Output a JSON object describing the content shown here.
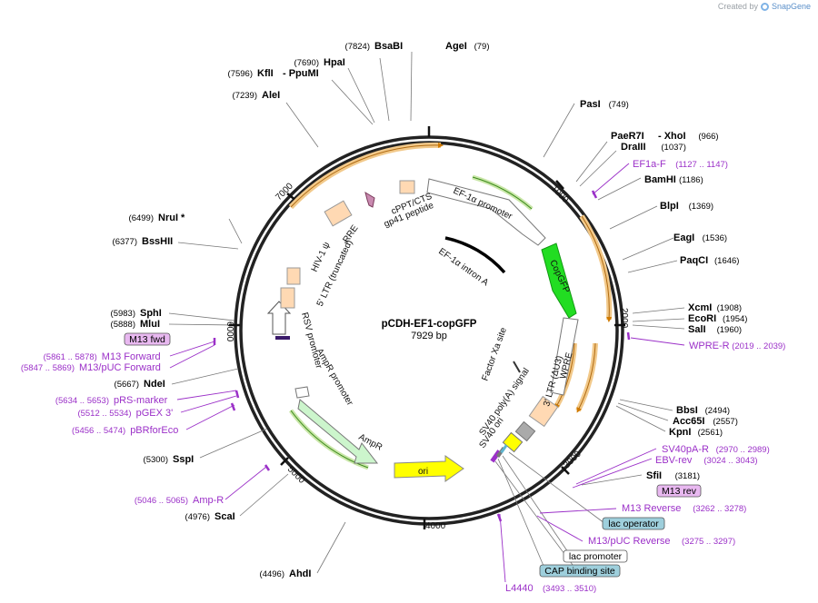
{
  "credit": {
    "created_by": "Created by",
    "app": "SnapGene"
  },
  "plasmid": {
    "name": "pCDH-EF1-copGFP",
    "length": "7929 bp"
  },
  "ticks": [
    "1000",
    "2000",
    "3000",
    "4000",
    "5000",
    "6000",
    "7000"
  ],
  "enzymes": [
    {
      "id": "bsabi",
      "name": "BsaBI",
      "pos": "(7824)"
    },
    {
      "id": "agei",
      "name": "AgeI",
      "pos": "(79)"
    },
    {
      "id": "hpai",
      "name": "HpaI",
      "pos": "(7690)"
    },
    {
      "id": "kfli",
      "name": "KflI",
      "pos": "(7596)"
    },
    {
      "id": "ppumi",
      "name": "- PpuMI",
      "pos": ""
    },
    {
      "id": "alei",
      "name": "AleI",
      "pos": "(7239)"
    },
    {
      "id": "pasi",
      "name": "PasI",
      "pos": "(749)"
    },
    {
      "id": "paer7i",
      "name": "PaeR7I",
      "pos": ""
    },
    {
      "id": "xhoi",
      "name": "- XhoI",
      "pos": "(966)"
    },
    {
      "id": "draiii",
      "name": "DraIII",
      "pos": "(1037)"
    },
    {
      "id": "bamhi",
      "name": "BamHI",
      "pos": "(1186)"
    },
    {
      "id": "blpi",
      "name": "BlpI",
      "pos": "(1369)"
    },
    {
      "id": "eagi",
      "name": "EagI",
      "pos": "(1536)"
    },
    {
      "id": "paqci",
      "name": "PaqCI",
      "pos": "(1646)"
    },
    {
      "id": "xcmi",
      "name": "XcmI",
      "pos": "(1908)"
    },
    {
      "id": "ecori",
      "name": "EcoRI",
      "pos": "(1954)"
    },
    {
      "id": "sali",
      "name": "SalI",
      "pos": "(1960)"
    },
    {
      "id": "bbsi",
      "name": "BbsI",
      "pos": "(2494)"
    },
    {
      "id": "acc65i",
      "name": "Acc65I",
      "pos": "(2557)"
    },
    {
      "id": "kpni",
      "name": "KpnI",
      "pos": "(2561)"
    },
    {
      "id": "sfii",
      "name": "SfiI",
      "pos": "(3181)"
    },
    {
      "id": "nrui",
      "name": "NruI *",
      "pos": "(6499)"
    },
    {
      "id": "bsshii",
      "name": "BssHII",
      "pos": "(6377)"
    },
    {
      "id": "sphi",
      "name": "SphI",
      "pos": "(5983)"
    },
    {
      "id": "mlui",
      "name": "MluI",
      "pos": "(5888)"
    },
    {
      "id": "ndei",
      "name": "NdeI",
      "pos": "(5667)"
    },
    {
      "id": "sspi",
      "name": "SspI",
      "pos": "(5300)"
    },
    {
      "id": "scai",
      "name": "ScaI",
      "pos": "(4976)"
    },
    {
      "id": "ahdi",
      "name": "AhdI",
      "pos": "(4496)"
    }
  ],
  "primers": [
    {
      "id": "ef1af",
      "name": "EF1a-F",
      "range": "(1127 .. 1147)"
    },
    {
      "id": "wprer",
      "name": "WPRE-R",
      "range": "(2019 .. 2039)"
    },
    {
      "id": "sv40par",
      "name": "SV40pA-R",
      "range": "(2970 .. 2989)"
    },
    {
      "id": "ebvrev",
      "name": "EBV-rev",
      "range": "(3024 .. 3043)"
    },
    {
      "id": "m13reverse",
      "name": "M13 Reverse",
      "range": "(3262 .. 3278)"
    },
    {
      "id": "m13pucreverse",
      "name": "M13/pUC Reverse",
      "range": "(3275 .. 3297)"
    },
    {
      "id": "l4440",
      "name": "L4440",
      "range": "(3493 .. 3510)"
    },
    {
      "id": "m13forward",
      "name": "M13 Forward",
      "range": "(5861 .. 5878)"
    },
    {
      "id": "m13pucforward",
      "name": "M13/pUC Forward",
      "range": "(5847 .. 5869)"
    },
    {
      "id": "prsmarker",
      "name": "pRS-marker",
      "range": "(5634 .. 5653)"
    },
    {
      "id": "pgex3",
      "name": "pGEX 3'",
      "range": "(5512 .. 5534)"
    },
    {
      "id": "pbrforeco",
      "name": "pBRforEco",
      "range": "(5456 .. 5474)"
    },
    {
      "id": "ampr",
      "name": "Amp-R",
      "range": "(5046 .. 5065)"
    }
  ],
  "boxed": [
    {
      "id": "m13fwd",
      "name": "M13 fwd",
      "color": "#e8b8f0"
    },
    {
      "id": "m13rev",
      "name": "M13 rev",
      "color": "#e8b8f0"
    },
    {
      "id": "lacoperator",
      "name": "lac operator",
      "color": "#9ecfdc"
    },
    {
      "id": "lacpromoter",
      "name": "lac promoter",
      "color": "#ffffff"
    },
    {
      "id": "capsite",
      "name": "CAP binding site",
      "color": "#9ecfdc"
    }
  ],
  "features": {
    "ef1a_promoter": "EF-1α promoter",
    "ef1a_intron": "EF-1α intron A",
    "copgfp": "CopGFP",
    "wpre": "WPRE",
    "ltr3": "3' LTR (ΔU3)",
    "factor_xa": "Factor Xa site",
    "sv40_polya": "SV40 poly(A) signal",
    "sv40_ori": "SV40 ori",
    "ampr": "AmpR",
    "ampr_promoter": "AmpR promoter",
    "ori": "ori",
    "rsv_promoter": "RSV promoter",
    "ltr5": "5' LTR (truncated)",
    "hiv_psi": "HIV-1 ψ",
    "rre": "RRE",
    "cppt": "cPPT/CTS",
    "gp41": "gp41 peptide"
  },
  "colors": {
    "enzyme_text": "#000000",
    "primer_text": "#9b30c8",
    "copgfp": "#22dd22",
    "ori": "#ffff00",
    "ampr": "#ccf5cc",
    "orf_arrow": "#f2c98a",
    "ltr_box": "#ffd9b3"
  }
}
